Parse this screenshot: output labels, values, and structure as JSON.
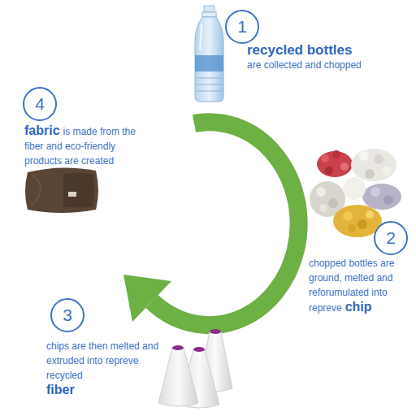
{
  "diagram": {
    "nodes": [
      {
        "text": [
          "1",
          "recycled bottles",
          "are collected and chopped"
        ]
      },
      {
        "text": [
          "2",
          "chopped bottles are ground, melted and reforumulated into repreve",
          "chip"
        ]
      },
      {
        "text": [
          "3",
          "chips are then melted and extruded into repreve recycled",
          "fiber"
        ]
      },
      {
        "text": [
          "4",
          "fabric",
          "is made from the fiber and eco-friendly products are created"
        ]
      }
    ]
  }
}
